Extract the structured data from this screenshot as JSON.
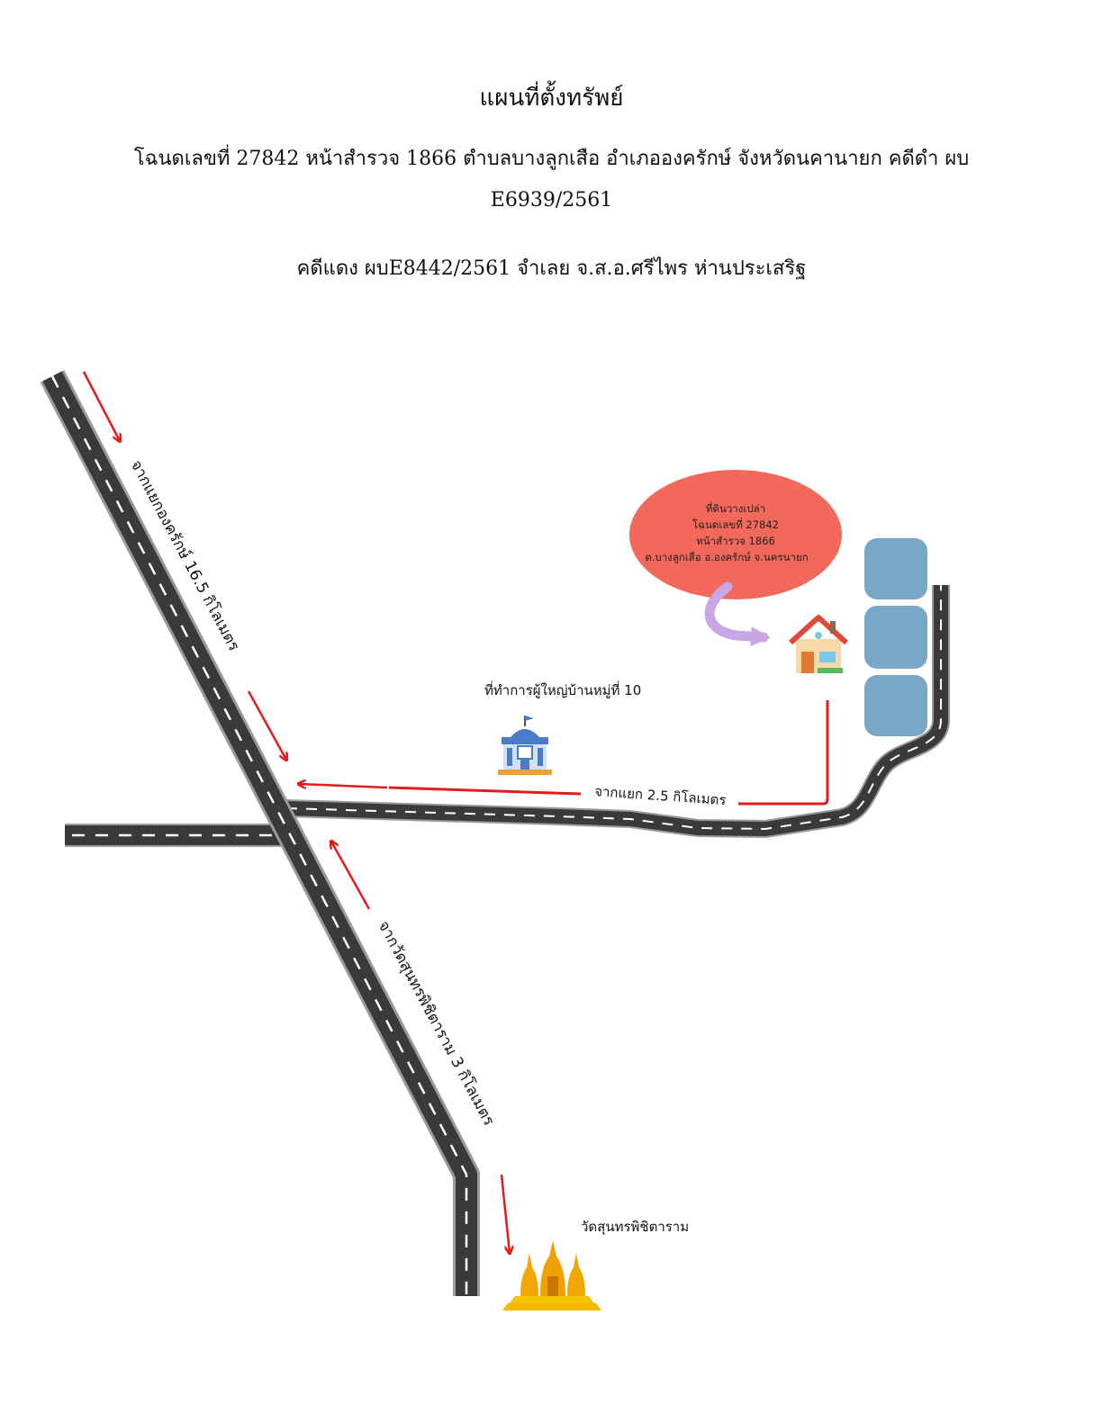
{
  "header": {
    "title": "แผนที่ตั้งทรัพย์",
    "line1": "โฉนดเลขที่ 27842 หน้าสำรวจ 1866 ตำบลบางลูกเสือ อำเภอองครักษ์ จังหวัดนคานายก คดีดำ ผบ",
    "line2": "E6939/2561",
    "line3": "คดีแดง ผบE8442/2561 จำเลย จ.ส.อ.ศรีไพร ห่านประเสริฐ"
  },
  "map": {
    "bubble": {
      "lines": [
        "ที่ดินวางเปล่า",
        "โฉนดเลขที่ 27842",
        "หน้าสำรวจ 1866",
        "ต.บางลูกเสือ อ.องครักษ์ จ.นครนายก"
      ]
    },
    "labels": {
      "from_ongkharak": "จากแยกองครักษ์ 16.5 กิโลเมตร",
      "from_junction": "จากแยก 2.5 กิโลเมตร",
      "village_office": "ที่ทำการผู้ใหญ่บ้านหมู่ที่ 10",
      "from_temple": "จากวัดสุนทรพิชิตาราม 3 กิโลเมตร",
      "temple": "วัดสุนทรพิชิตาราม"
    },
    "icons": {
      "house": "house-icon",
      "office": "government-building-icon",
      "temple": "temple-icon",
      "pond": "pond-block"
    },
    "colors": {
      "road": "#3a3a3a",
      "road_edge": "#9a9a9a",
      "arrow": "#e31b1b",
      "bubble": "#f2685b",
      "curve_arrow": "#c9a6e6",
      "pond": "#78a8c8"
    }
  }
}
